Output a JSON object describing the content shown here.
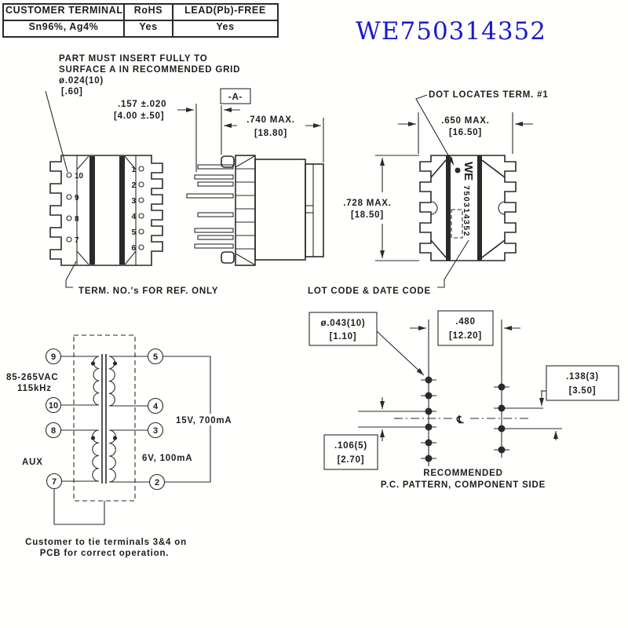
{
  "compliance_table": {
    "headers": [
      "CUSTOMER TERMINAL",
      "RoHS",
      "LEAD(Pb)-FREE"
    ],
    "values": [
      "Sn96%, Ag4%",
      "Yes",
      "Yes"
    ]
  },
  "title": {
    "part_number": "WE750314352",
    "color": "#1a1acd"
  },
  "views": {
    "insert_note_1": "PART MUST INSERT FULLY TO",
    "insert_note_2": "SURFACE A IN RECOMMENDED GRID",
    "pin_dia_in": "ø.024(10)",
    "pin_dia_mm": "[.60]",
    "standoff_in": ".157 ±.020",
    "standoff_mm": "[4.00 ±.50]",
    "datum_flag": "-A-",
    "overall_width_in": ".740 MAX.",
    "overall_width_mm": "[18.80]",
    "dot_note": "DOT LOCATES TERM. #1",
    "body_width_in": ".650 MAX.",
    "body_width_mm": "[16.50]",
    "body_height_in": ".728 MAX.",
    "body_height_mm": "[18.50]",
    "term_ref_note": "TERM. NO.'s FOR REF. ONLY",
    "lot_code_note": "LOT CODE & DATE CODE",
    "logo_text": "WE",
    "marking_text": "750314352",
    "top_view_left_pins": [
      "10",
      "9",
      "8",
      "7"
    ],
    "top_view_right_pins": [
      "1",
      "2",
      "3",
      "4",
      "5",
      "6"
    ]
  },
  "schematic": {
    "input_label_1": "85-265VAC",
    "input_label_2": "115kHz",
    "aux_label": "AUX",
    "output_main": "15V, 700mA",
    "output_aux": "6V, 100mA",
    "terminals": {
      "t9": "9",
      "t10": "10",
      "t8": "8",
      "t7": "7",
      "t5": "5",
      "t4": "4",
      "t3": "3",
      "t2": "2"
    },
    "note_1": "Customer to tie terminals 3&4 on",
    "note_2": "PCB for correct operation."
  },
  "pc_pattern": {
    "pad_dia_in": "ø.043(10)",
    "pad_dia_mm": "[1.10]",
    "col_spacing_in": ".480",
    "col_spacing_mm": "[12.20]",
    "pitch_right_in": ".138(3)",
    "pitch_right_mm": "[3.50]",
    "pitch_left_in": ".106(5)",
    "pitch_left_mm": "[2.70]",
    "centerline": "℄",
    "caption_1": "RECOMMENDED",
    "caption_2": "P.C. PATTERN, COMPONENT SIDE"
  }
}
